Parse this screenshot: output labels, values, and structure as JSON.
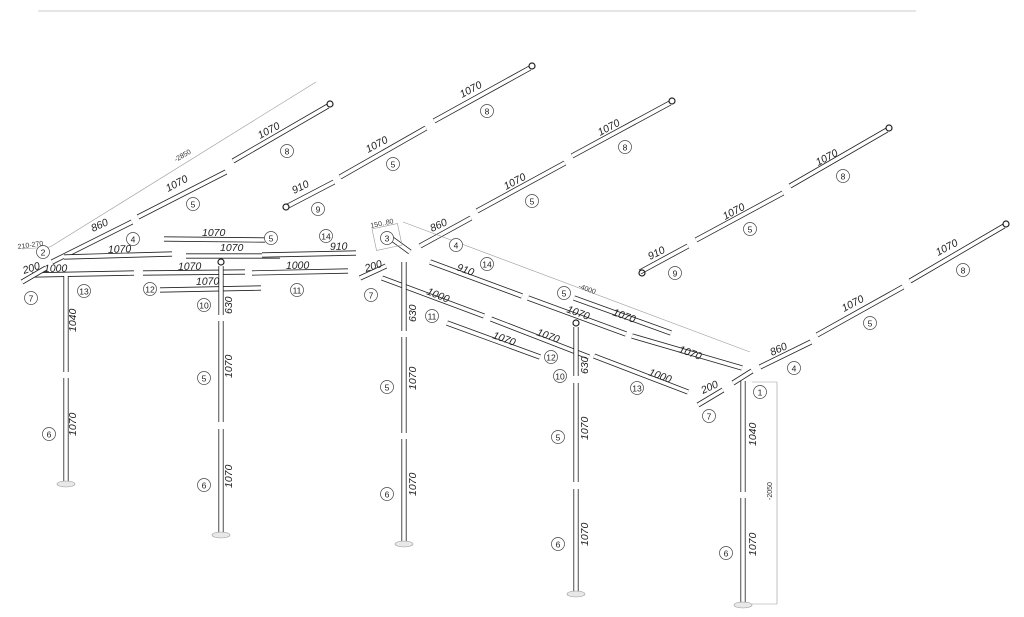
{
  "diagram": {
    "colors": {
      "line": "#222222",
      "dimension": "#999999",
      "rule": "#cccccc"
    },
    "overall_dims": {
      "width": "-2850",
      "depth": "-4000",
      "height": "-2050",
      "offset": "210-270",
      "bracket": "150..80"
    },
    "lengths": {
      "l1070": "1070",
      "l1000": "1000",
      "l910": "910",
      "l860": "860",
      "l630": "630",
      "l200": "200",
      "l1040": "1040"
    },
    "parts": {
      "p1": "1",
      "p2": "2",
      "p3": "3",
      "p4": "4",
      "p5": "5",
      "p6": "6",
      "p7": "7",
      "p8": "8",
      "p9": "9",
      "p10": "10",
      "p11": "11",
      "p12": "12",
      "p13": "13",
      "p14": "14"
    }
  }
}
